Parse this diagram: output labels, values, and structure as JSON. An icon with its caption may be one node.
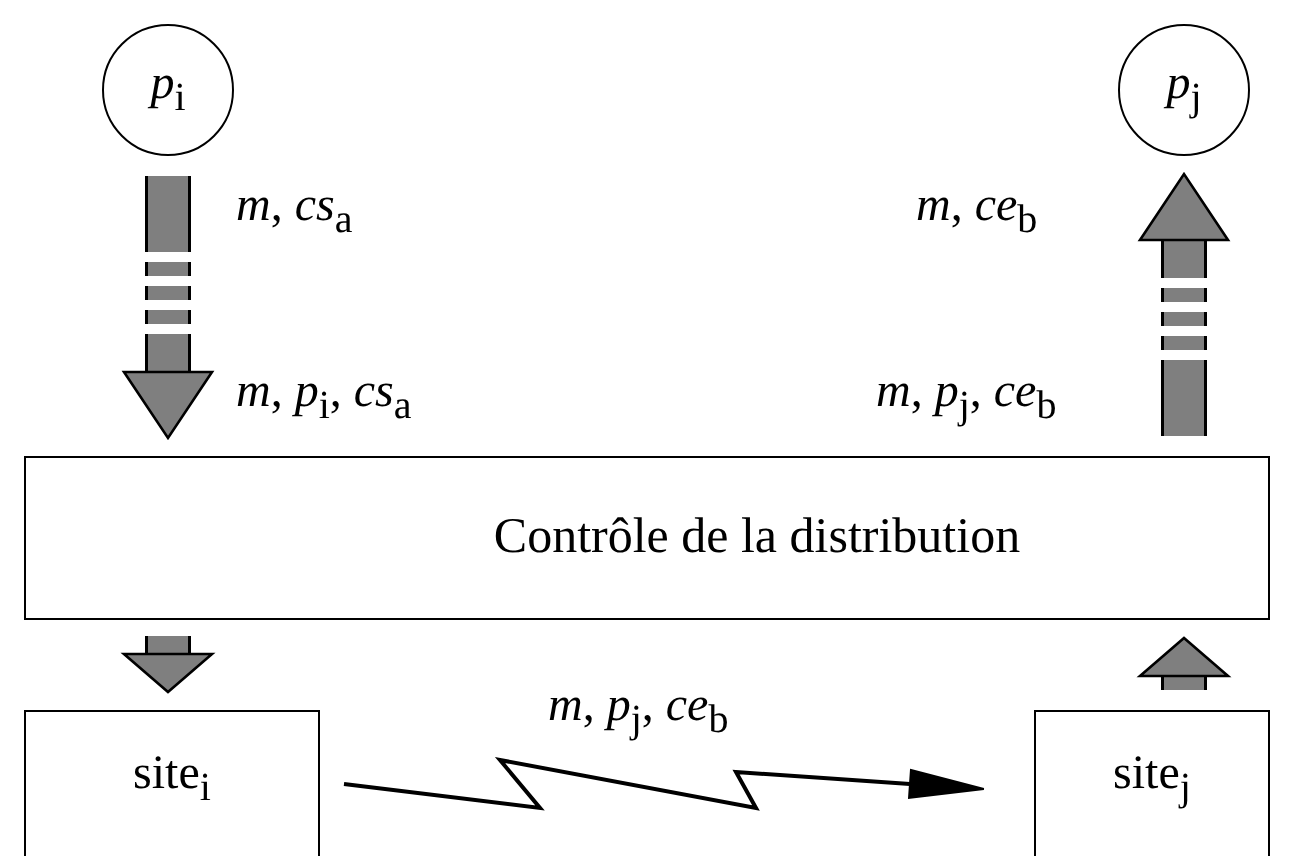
{
  "diagram": {
    "nodes": [
      {
        "text": [
          "*p*$_{i}$"
        ]
      },
      {
        "text": [
          "*p*$_{j}$"
        ]
      },
      {
        "text": [
          "Contrôle de la distribution"
        ]
      },
      {
        "text": [
          "site$_{i}$"
        ]
      },
      {
        "text": [
          "site$_{j}$"
        ]
      }
    ],
    "edges": [
      {
        "from": 0,
        "to": 2,
        "arrow": "to",
        "style": "dashed"
      },
      {
        "from": 2,
        "to": 1,
        "arrow": "to",
        "style": "dashed"
      },
      {
        "from": 2,
        "to": 3,
        "arrow": "to"
      },
      {
        "from": 4,
        "to": 2,
        "arrow": "to"
      },
      {
        "from": 3,
        "to": 4,
        "arrow": "to",
        "color": "#000000",
        "label": "*m*, *p*$_{j}$, *ce*$_{b}$"
      }
    ],
    "labels": [
      "*m*, *cs*$_{a}$",
      "*m*, *ce*$_{b}$",
      "*m*, *p*$_{i}$, *cs*$_{a}$",
      "*m*, *p*$_{j}$, *ce*$_{b}$"
    ]
  }
}
